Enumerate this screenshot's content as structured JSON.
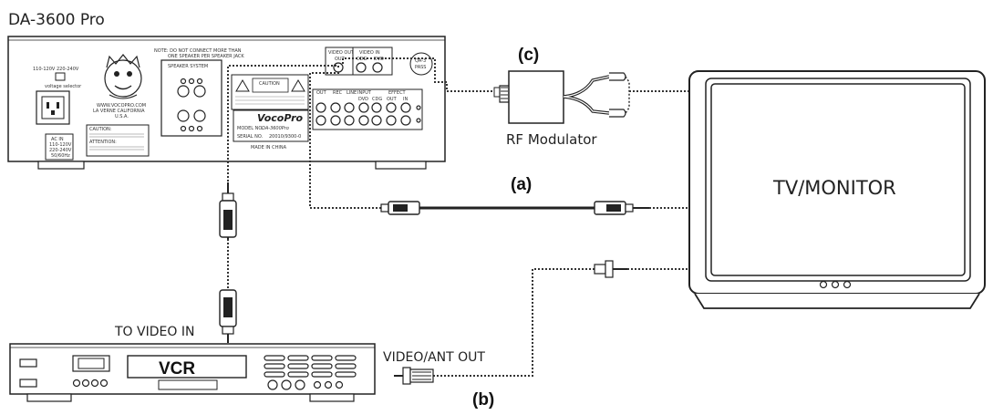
{
  "amp": {
    "title": "DA-3600 Pro",
    "voltage_left": "110-120V",
    "voltage_right": "220-240V",
    "voltage_selector": "voltage selector",
    "website": "WWW.VOCOPRO.COM",
    "city": "LA VERNE CALIFORNIA",
    "country": "U.S.A.",
    "ac_in_title": "AC IN",
    "ac_in_v1": "110-120V",
    "ac_in_v2": "220-240V",
    "ac_in_hz": "50/60Hz",
    "caution_small": "CAUTION:",
    "attention": "ATTENTION:",
    "speaker_note_1": "NOTE: DO NOT CONNECT MORE THAN",
    "speaker_note_2": "ONE SPEAKER PER SPEAKER JACK",
    "speaker_system": "SPEAKER SYSTEM",
    "video_out": "VIDEO OUT",
    "video_in": "VIDEO IN",
    "out": "OUT",
    "cdg": "CDG",
    "dvd": "DVD",
    "qa_1": "QA-3",
    "qa_2": "PASS",
    "caution_box": "CAUTION",
    "out_label": "OUT",
    "rec_label": "REC",
    "line_label": "LINE",
    "input_label": "INPUT",
    "dvd_label": "DVD",
    "cdg_label": "CDG",
    "effect_label": "EFFECT",
    "eout_label": "OUT",
    "ein_label": "IN",
    "brand": "VocoPro",
    "model_label": "MODEL NO.",
    "model": "DA-3600Pro",
    "serial_label": "SERIAL NO.",
    "serial": "20010/9300-0",
    "made_in": "MADE IN CHINA"
  },
  "labels": {
    "c": "(c)",
    "a": "(a)",
    "b": "(b)",
    "rf_modulator": "RF Modulator",
    "tv": "TV/MONITOR",
    "to_video_in": "TO VIDEO IN",
    "video_ant_out": "VIDEO/ANT OUT"
  },
  "vcr": {
    "brand": "VCR"
  }
}
